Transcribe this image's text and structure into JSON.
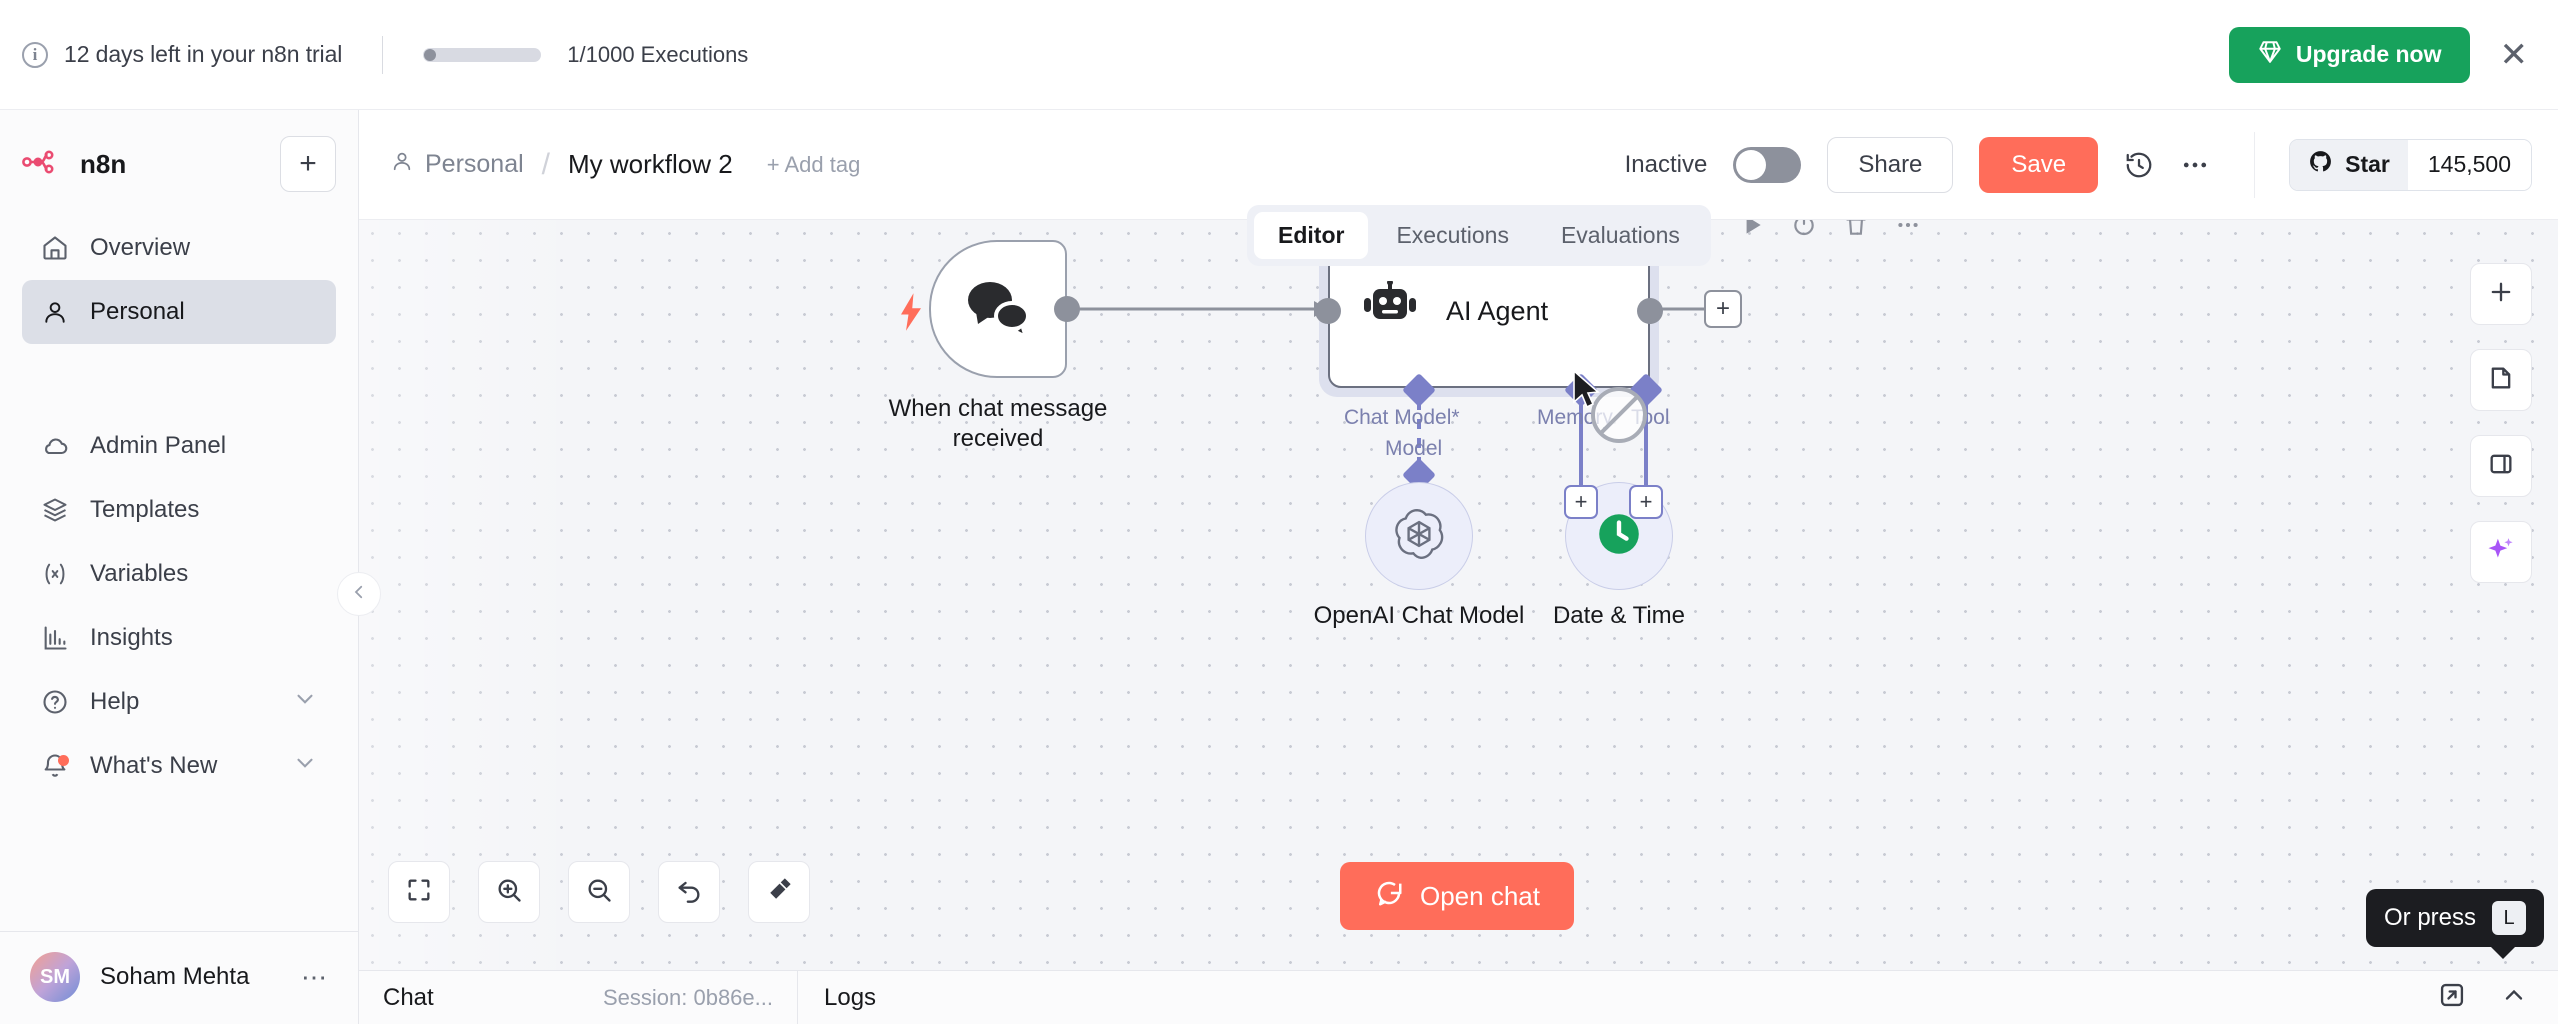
{
  "banner": {
    "info_icon": "info-icon",
    "trial_text": "12 days left in your n8n trial",
    "executions_text": "1/1000 Executions",
    "upgrade_label": "Upgrade now",
    "upgrade_icon": "diamond-icon",
    "close_icon": "close-icon",
    "upgrade_color": "#17a25c"
  },
  "sidebar": {
    "brand": "n8n",
    "brand_icon": "n8n-logo-icon",
    "add_button_icon": "plus-icon",
    "items": [
      {
        "label": "Overview",
        "icon": "home-icon",
        "active": false,
        "chevron": false
      },
      {
        "label": "Personal",
        "icon": "user-icon",
        "active": true,
        "chevron": false
      },
      {
        "label": "Admin Panel",
        "icon": "cloud-icon",
        "active": false,
        "chevron": false
      },
      {
        "label": "Templates",
        "icon": "box-icon",
        "active": false,
        "chevron": false
      },
      {
        "label": "Variables",
        "icon": "variable-icon",
        "active": false,
        "chevron": false
      },
      {
        "label": "Insights",
        "icon": "bar-chart-icon",
        "active": false,
        "chevron": false
      },
      {
        "label": "Help",
        "icon": "question-circle-icon",
        "active": false,
        "chevron": true
      },
      {
        "label": "What's New",
        "icon": "bell-icon",
        "active": false,
        "chevron": true
      }
    ],
    "user": {
      "initials": "SM",
      "name": "Soham Mehta",
      "menu_icon": "ellipsis-icon"
    },
    "collapse_icon": "chevron-left-icon"
  },
  "workflow_header": {
    "breadcrumb_project": "Personal",
    "breadcrumb_project_icon": "user-icon",
    "breadcrumb_separator": "/",
    "workflow_name": "My workflow 2",
    "add_tag_label": "+ Add tag",
    "active_state_label": "Inactive",
    "toggle_on": false,
    "share_label": "Share",
    "save_label": "Save",
    "save_color": "#ff6d5a",
    "history_icon": "clock-history-icon",
    "more_icon": "ellipsis-icon",
    "github": {
      "icon": "github-icon",
      "label": "Star",
      "count": "145,500"
    }
  },
  "tabs": [
    {
      "label": "Editor",
      "active": true
    },
    {
      "label": "Executions",
      "active": false
    },
    {
      "label": "Evaluations",
      "active": false
    }
  ],
  "canvas": {
    "node_toolbar": [
      {
        "icon": "play-icon"
      },
      {
        "icon": "power-icon"
      },
      {
        "icon": "trash-icon"
      },
      {
        "icon": "ellipsis-icon"
      }
    ],
    "trigger_node": {
      "label": "When chat message received",
      "icon": "chat-bubbles-icon",
      "bolt_icon": "lightning-bolt-icon"
    },
    "agent_node": {
      "label": "AI Agent",
      "icon": "robot-icon"
    },
    "connection_labels": [
      {
        "label": "Chat Model*"
      },
      {
        "label": "Memory"
      },
      {
        "label": "Tool"
      },
      {
        "label": "Model"
      }
    ],
    "sub_nodes": [
      {
        "label": "OpenAI Chat Model",
        "icon": "openai-icon"
      },
      {
        "label": "Date & Time",
        "icon": "clock-icon"
      }
    ],
    "add_plus_label": "+",
    "cursor": "mouse-cursor",
    "no_drop_indicator": "no-drop-icon"
  },
  "canvas_controls": [
    {
      "icon": "fit-view-icon"
    },
    {
      "icon": "zoom-in-icon"
    },
    {
      "icon": "zoom-out-icon"
    },
    {
      "icon": "reset-zoom-icon"
    },
    {
      "icon": "tidy-up-icon"
    }
  ],
  "open_chat": {
    "label": "Open chat",
    "icon": "chat-icon",
    "color": "#ff6d5a"
  },
  "right_rail": [
    {
      "icon": "plus-icon"
    },
    {
      "icon": "sticky-note-icon"
    },
    {
      "icon": "panel-toggle-icon"
    },
    {
      "icon": "ai-sparkle-icon"
    }
  ],
  "bottom_bar": {
    "chat_label": "Chat",
    "session_label": "Session: 0b86e...",
    "logs_label": "Logs",
    "popout_icon": "popout-icon",
    "expand_icon": "chevron-up-icon"
  },
  "tooltip": {
    "text": "Or press",
    "key": "L"
  }
}
